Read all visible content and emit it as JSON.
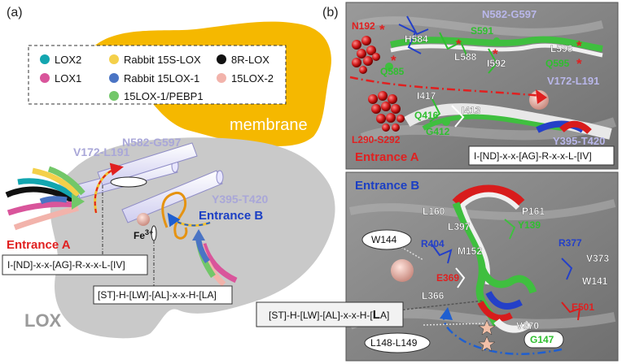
{
  "panel_a": {
    "tag": "(a)",
    "legend": [
      {
        "label": "LOX2",
        "color": "#13a6b0"
      },
      {
        "label": "Rabbit 15S-LOX",
        "color": "#f4d04a"
      },
      {
        "label": "8R-LOX",
        "color": "#111111"
      },
      {
        "label": "LOX1",
        "color": "#d9559b"
      },
      {
        "label": "Rabbit 15LOX-1",
        "color": "#4a74c4"
      },
      {
        "label": "15LOX-2",
        "color": "#f2b3ab"
      },
      {
        "label": "15LOX-1/PEBP1",
        "color": "#72c769"
      }
    ],
    "membrane": "membrane",
    "seg1": "V172-L191",
    "seg2": "N582-G597",
    "seg3": "Y395-T420",
    "fe": "Fe",
    "fe_sup": "3+",
    "entrance_a": "Entrance A",
    "entrance_b": "Entrance B",
    "motif_a": "I-[ND]-x-x-[AG]-R-x-x-L-[IV]",
    "motif_b": "[ST]-H-[LW]-[AL]-x-x-H-[LA]",
    "protein": "LOX"
  },
  "panel_b": {
    "tag": "(b)",
    "top": {
      "seg_top": "N582-G597",
      "seg_right": "V172-L191",
      "seg_bottom": "Y395-T420",
      "n192": "N192",
      "h584": "H584",
      "s591": "S591",
      "l588": "L588",
      "i592": "I592",
      "l596": "L596",
      "q595": "Q595",
      "q585": "Q585",
      "i417": "I417",
      "q416": "Q416",
      "i413": "I413",
      "g412": "G412",
      "l290": "L290-S292",
      "entrance": "Entrance A",
      "motif": "I-[ND]-x-x-[AG]-R-x-x-L-[IV]"
    },
    "bottom": {
      "entrance": "Entrance B",
      "p161": "P161",
      "y139": "Y139",
      "l160": "L160",
      "l397": "L397",
      "w144": "W144",
      "r404": "R404",
      "m152": "M152",
      "r377": "R377",
      "v373": "V373",
      "e369": "E369",
      "w141": "W141",
      "l366": "L366",
      "e501": "E501",
      "v370": "V370",
      "g147": "G147",
      "l148": "L148-L149",
      "motif_prefix": "[ST]-H-[LW]-[AL]-x-x-H-[",
      "motif_bold": "L",
      "motif_suffix": "A]"
    }
  }
}
